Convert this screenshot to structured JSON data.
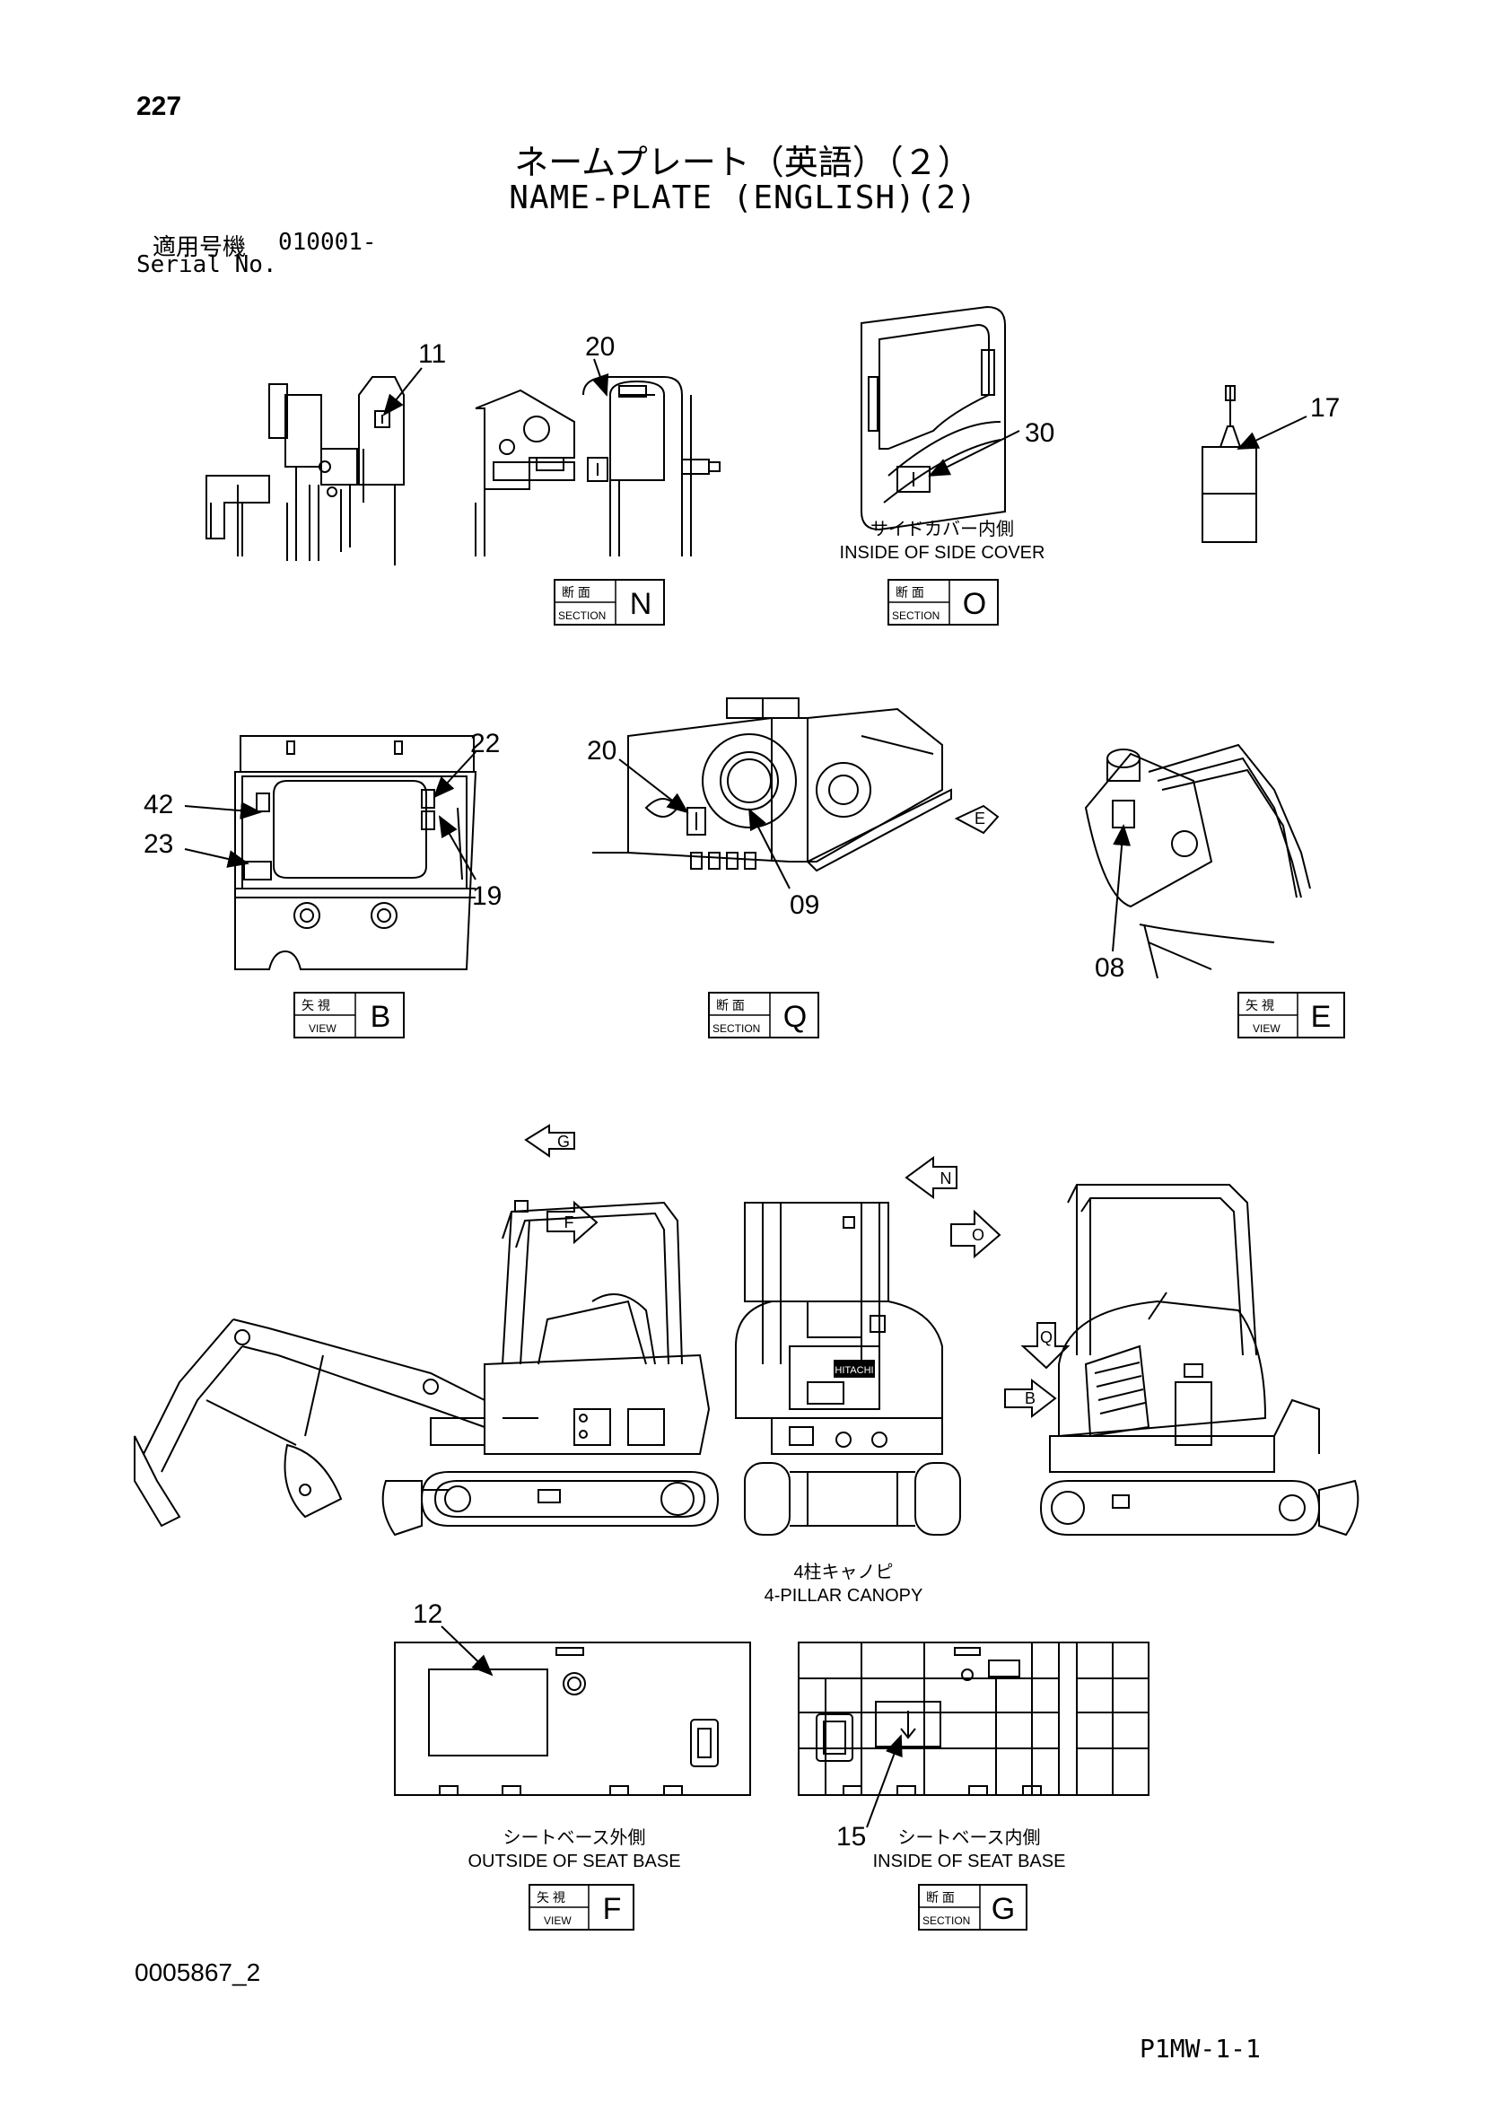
{
  "header": {
    "page_number": "227",
    "title_jp": "ネームプレート（英語）（２）",
    "title_en": "NAME-PLATE (ENGLISH)(2)",
    "serial_label_jp": "適用号機",
    "serial_value": "010001-",
    "serial_label_en": "Serial No."
  },
  "callouts": {
    "c11": "11",
    "c20a": "20",
    "c30": "30",
    "c17": "17",
    "c22": "22",
    "c42": "42",
    "c23": "23",
    "c19": "19",
    "c20b": "20",
    "c09": "09",
    "c08": "08",
    "c12": "12",
    "c15": "15"
  },
  "captions": {
    "side_cover_jp": "サイドカバー内側",
    "side_cover_en": "INSIDE OF SIDE COVER",
    "canopy_jp": "4柱キャノピ",
    "canopy_en": "4-PILLAR CANOPY",
    "seat_out_jp": "シートベース外側",
    "seat_out_en": "OUTSIDE OF SEAT BASE",
    "seat_in_jp": "シートベース内側",
    "seat_in_en": "INSIDE OF SEAT BASE"
  },
  "view_tags": {
    "section_jp": "断 面",
    "section_en": "SECTION",
    "view_jp": "矢 視",
    "view_en": "VIEW",
    "N": "N",
    "O": "O",
    "B": "B",
    "Q": "Q",
    "E": "E",
    "F": "F",
    "G": "G"
  },
  "arrow_markers": {
    "G": "G",
    "F": "F",
    "N": "N",
    "O": "O",
    "Q": "Q",
    "B": "B",
    "E": "E"
  },
  "brand": {
    "logo_text": "HITACHI"
  },
  "footer": {
    "doc_id": "0005867_2",
    "page_code": "P1MW-1-1"
  }
}
